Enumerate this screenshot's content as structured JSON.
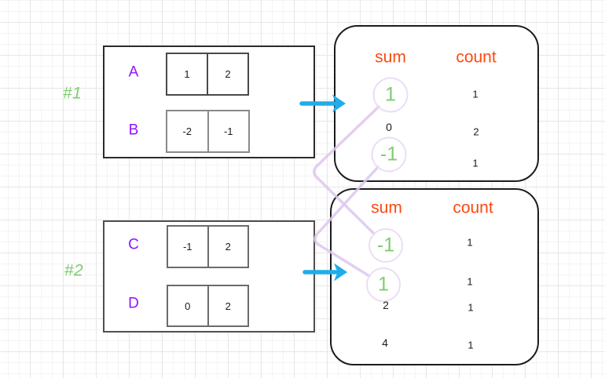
{
  "group1": {
    "label": "#1",
    "arrays": [
      {
        "name": "A",
        "cells": [
          "1",
          "2"
        ]
      },
      {
        "name": "B",
        "cells": [
          "-2",
          "-1"
        ]
      }
    ],
    "result": {
      "sum_header": "sum",
      "count_header": "count",
      "rows": [
        {
          "sum": "1",
          "count": "1",
          "highlighted": true
        },
        {
          "sum": "0",
          "count": "2",
          "highlighted": false
        },
        {
          "sum": "-1",
          "count": "1",
          "highlighted": true
        }
      ]
    }
  },
  "group2": {
    "label": "#2",
    "arrays": [
      {
        "name": "C",
        "cells": [
          "-1",
          "2"
        ]
      },
      {
        "name": "D",
        "cells": [
          "0",
          "2"
        ]
      }
    ],
    "result": {
      "sum_header": "sum",
      "count_header": "count",
      "rows": [
        {
          "sum": "-1",
          "count": "1",
          "highlighted": true
        },
        {
          "sum": "1",
          "count": "1",
          "highlighted": true
        },
        {
          "sum": "2",
          "count": "1",
          "highlighted": false
        },
        {
          "sum": "4",
          "count": "1",
          "highlighted": false
        }
      ]
    }
  },
  "icons": {
    "flow_arrow_1": "arrow-right",
    "flow_arrow_2": "arrow-right"
  },
  "colors": {
    "green": "#7ccd6e",
    "purple": "#9013fe",
    "orange": "#fb4a12",
    "cyan": "#1fadea",
    "lavender": "#dcc7ef",
    "circle": "#eadef5",
    "ink": "#1b1b1b"
  }
}
